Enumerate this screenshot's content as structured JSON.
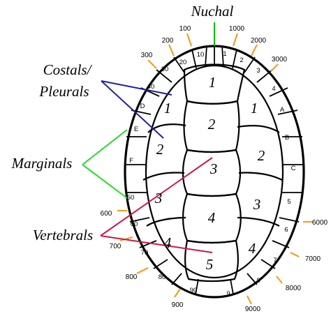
{
  "labels": {
    "nuchal": "Nuchal",
    "costals": "Costals/",
    "pleurals": "Pleurals",
    "marginals": "Marginals",
    "vertebrals": "Vertebrals"
  },
  "colors": {
    "nuchal": "#00c000",
    "costals": "#2020a0",
    "marginals": "#22dd22",
    "vertebrals": "#cc1a44",
    "ticks": "#f0a020"
  },
  "vertebrals": [
    "1",
    "2",
    "3",
    "4",
    "5"
  ],
  "costals_left": [
    "1",
    "2",
    "3",
    "4"
  ],
  "costals_right": [
    "1",
    "2",
    "3",
    "4"
  ],
  "marginals_left": [
    "10",
    "20",
    "30",
    "40",
    "D",
    "E",
    "F",
    "50",
    "60",
    "70",
    "80",
    "90"
  ],
  "marginals_right": [
    "1",
    "2",
    "3",
    "4",
    "A",
    "B",
    "C",
    "5",
    "6",
    "7",
    "8",
    "9"
  ],
  "codes_left": [
    "100",
    "200",
    "300",
    "600",
    "700",
    "800",
    "900"
  ],
  "codes_right": [
    "1000",
    "2000",
    "3000",
    "6000",
    "7000",
    "8000",
    "9000"
  ]
}
